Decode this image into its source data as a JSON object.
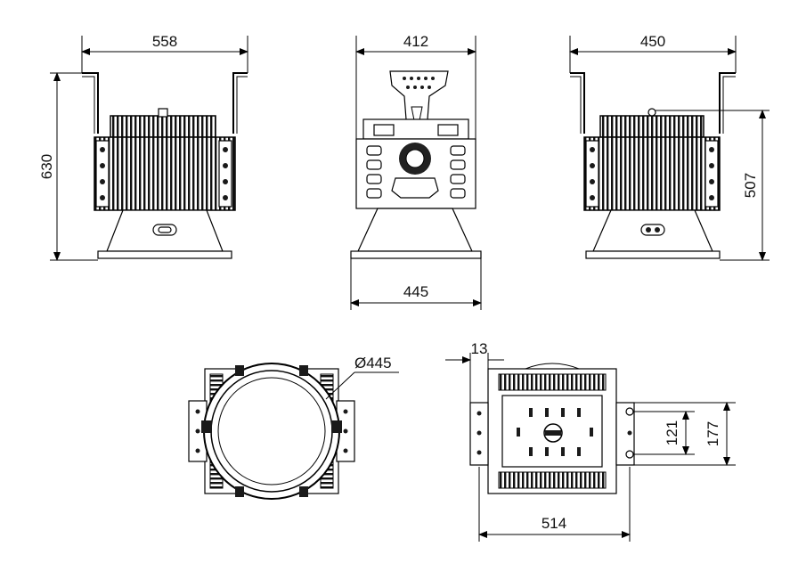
{
  "dimensions": {
    "front_width": "558",
    "height_total": "630",
    "side_top_width": "412",
    "side_base_width": "445",
    "back_width": "450",
    "back_height": "507",
    "lens_diameter": "Ø445",
    "bracket_offset": "13",
    "bottom_width": "514",
    "slot_spacing_inner": "121",
    "slot_spacing_outer": "177"
  }
}
